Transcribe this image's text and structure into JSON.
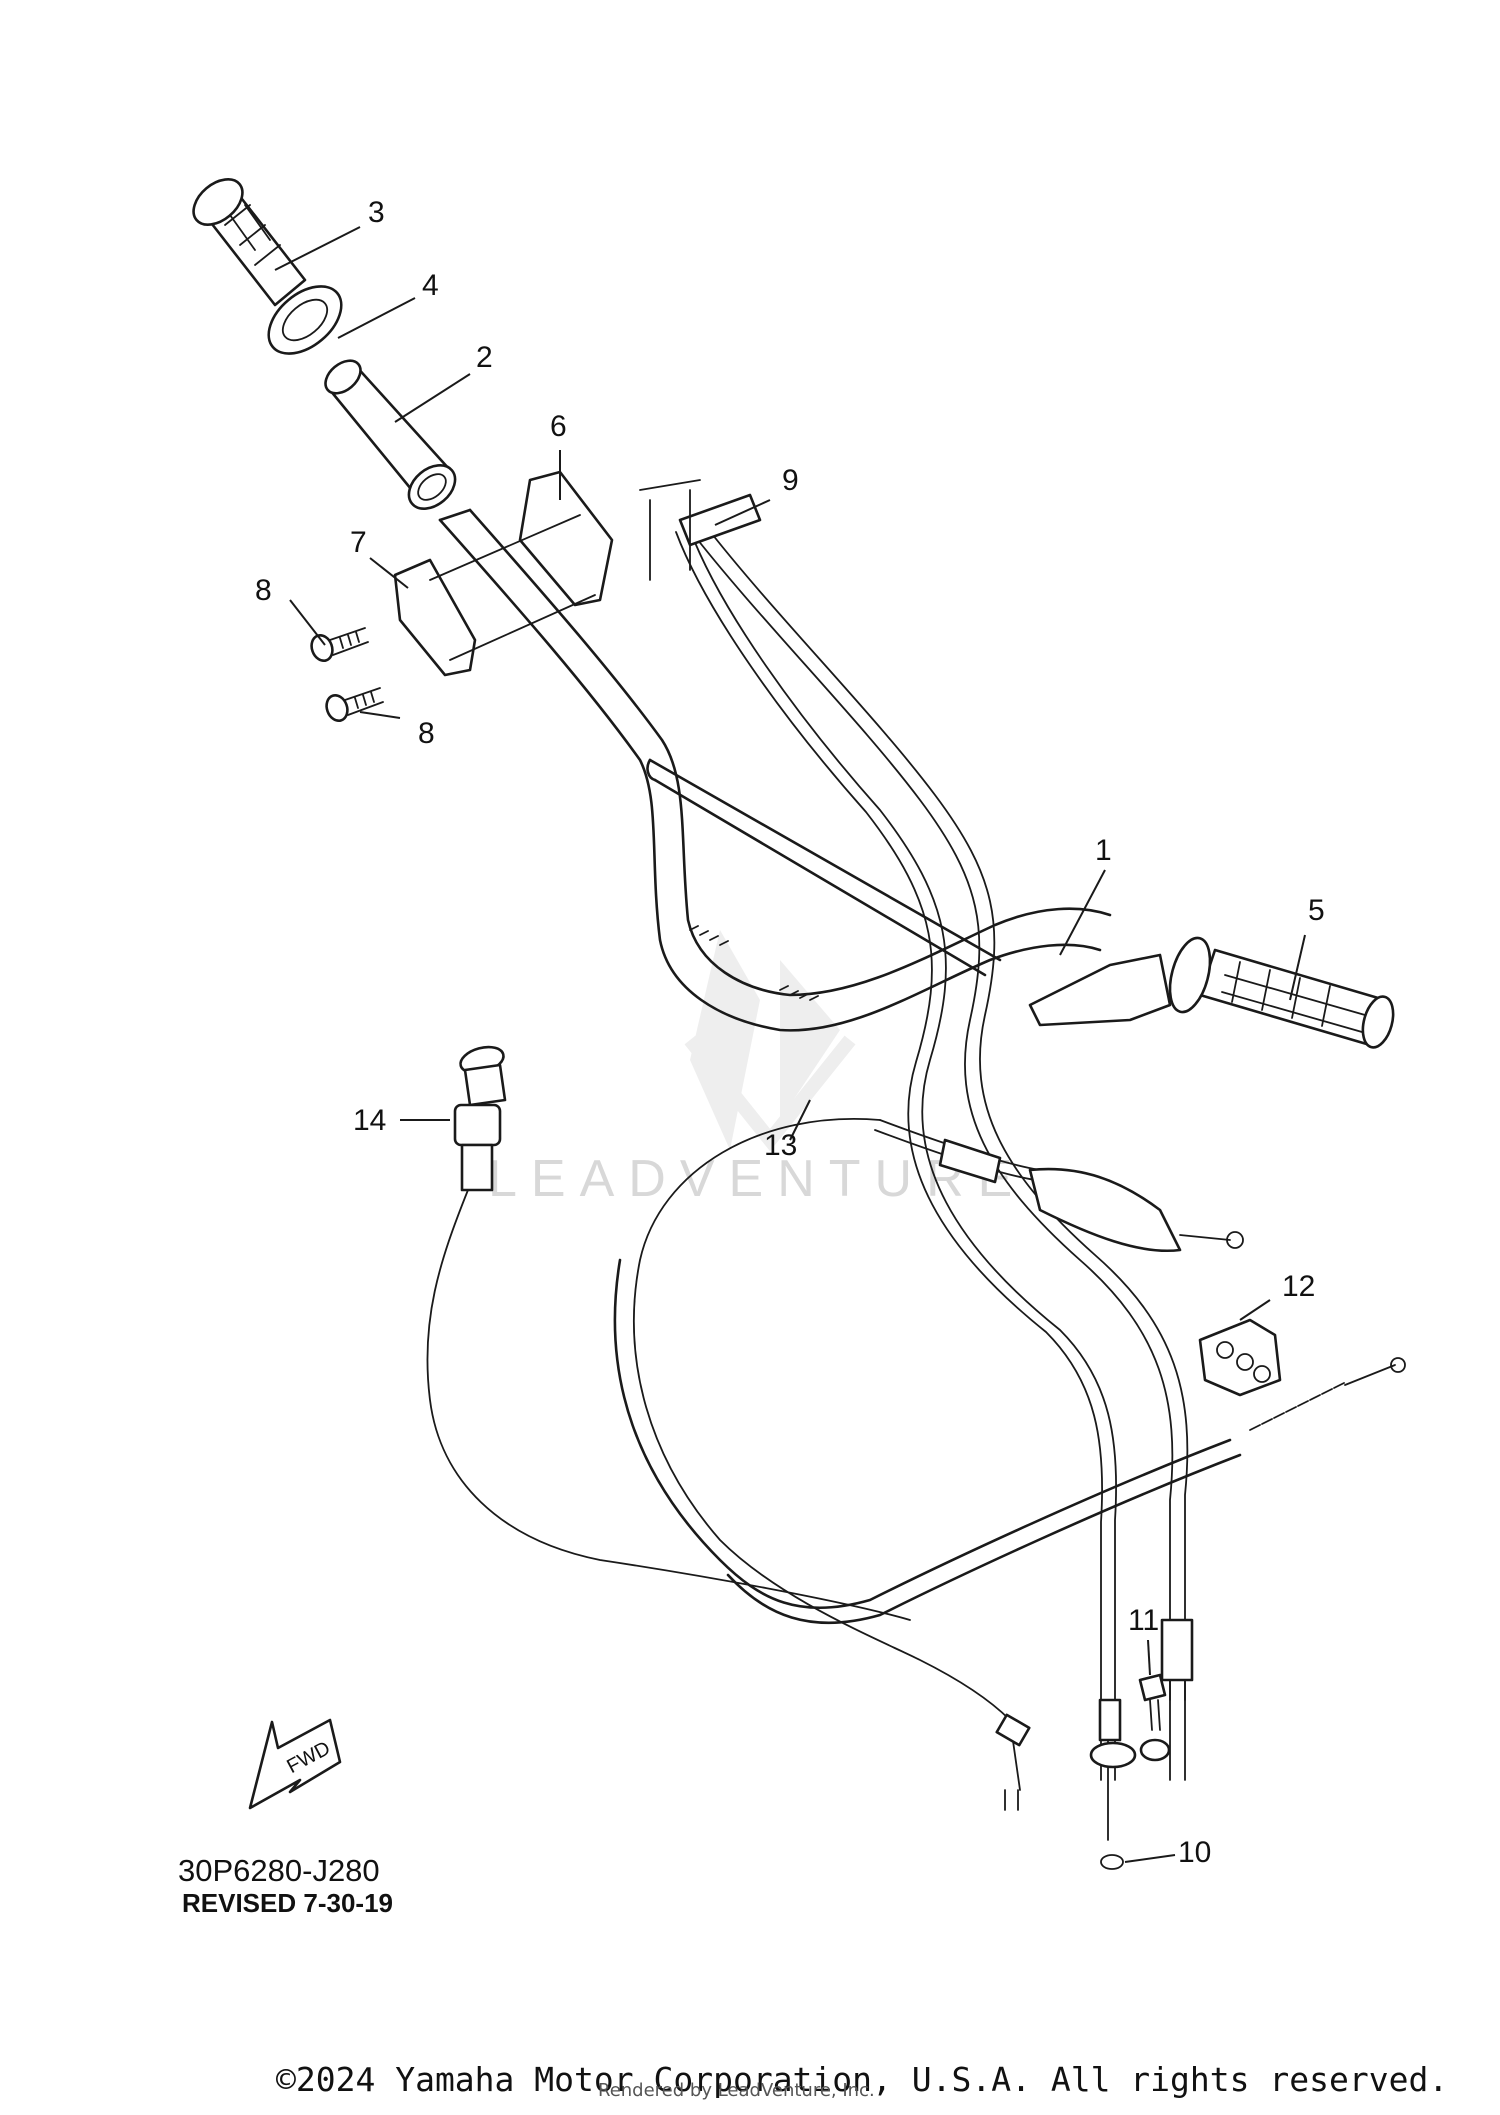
{
  "diagram": {
    "callouts": [
      "1",
      "2",
      "3",
      "4",
      "5",
      "6",
      "7",
      "8",
      "8",
      "9",
      "10",
      "11",
      "12",
      "13",
      "14"
    ],
    "fwd_label": "FWD",
    "watermark": "LEADVENTURE",
    "part_code": "30P6280-J280",
    "revision": "REVISED 7-30-19"
  },
  "footer": {
    "copyright": "©2024 Yamaha Motor Corporation, U.S.A. All rights reserved.",
    "rendered_by": "Rendered by LeadVenture, Inc."
  }
}
